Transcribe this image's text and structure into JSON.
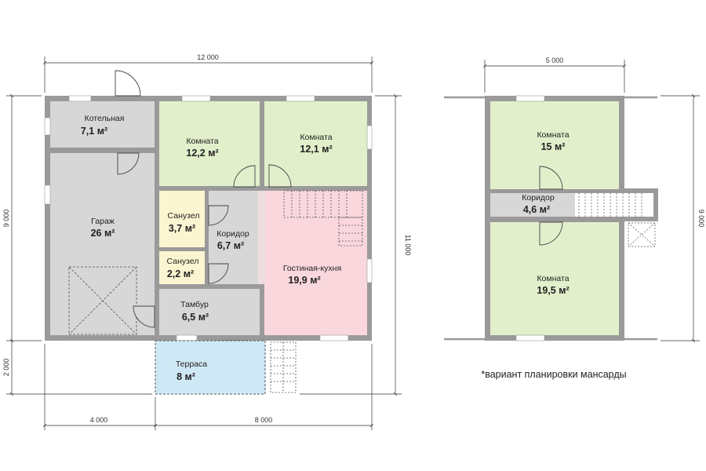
{
  "plan": {
    "dimensions": {
      "top_total": "12 000",
      "left_height": "9 000",
      "right_total": "11 000",
      "terrace_depth": "2 000",
      "bottom_left": "4 000",
      "bottom_right": "8 000",
      "attic_width": "5 000",
      "attic_height": "9 000"
    },
    "ground_floor": {
      "rooms": [
        {
          "name": "Котельная",
          "area": "7,1 м²"
        },
        {
          "name": "Гараж",
          "area": "26 м²"
        },
        {
          "name": "Комната",
          "area": "12,2 м²"
        },
        {
          "name": "Комната",
          "area": "12,1 м²"
        },
        {
          "name": "Санузел",
          "area": "3,7 м²"
        },
        {
          "name": "Коридор",
          "area": "6,7 м²"
        },
        {
          "name": "Санузел",
          "area": "2,2 м²"
        },
        {
          "name": "Гостиная-кухня",
          "area": "19,9 м²"
        },
        {
          "name": "Тамбур",
          "area": "6,5 м²"
        },
        {
          "name": "Терраса",
          "area": "8 м²"
        }
      ]
    },
    "attic": {
      "rooms": [
        {
          "name": "Комната",
          "area": "15 м²"
        },
        {
          "name": "Коридор",
          "area": "4,6 м²"
        },
        {
          "name": "Комната",
          "area": "19,5 м²"
        }
      ],
      "note": "*вариант планировки мансарды"
    },
    "colors": {
      "wall": "#9a9a9a",
      "grey_room": "#d7d7d7",
      "green_room": "#e2efcb",
      "yellow_room": "#fbf5d1",
      "pink_room": "#f9d7dc",
      "blue_room": "#cfe8f5"
    }
  }
}
